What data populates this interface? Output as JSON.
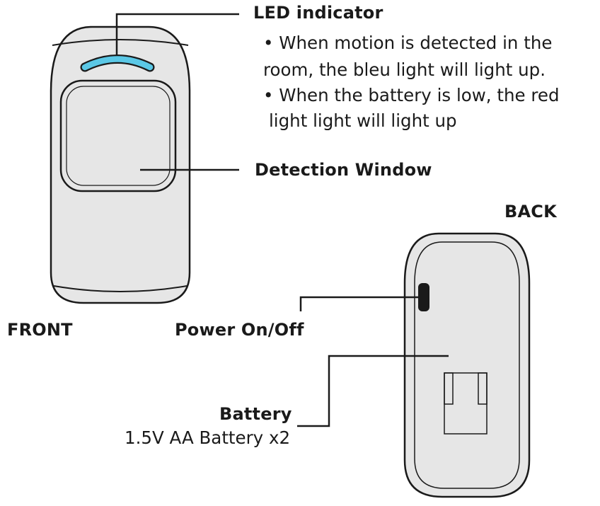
{
  "front": {
    "caption": "FRONT",
    "led_label": "LED indicator",
    "led_notes": [
      "•  When motion is detected in the",
      "room, the bleu light will light up.",
      "•  When the battery is low, the red",
      "light light will light up"
    ],
    "detection_label": "Detection Window"
  },
  "back": {
    "caption": "BACK",
    "power_label": "Power On/Off",
    "battery_label": "Battery",
    "battery_spec": "1.5V AA Battery x2"
  },
  "colors": {
    "body_fill": "#e6e6e6",
    "outline": "#1a1a1a",
    "led_blue": "#5bc8e6"
  }
}
